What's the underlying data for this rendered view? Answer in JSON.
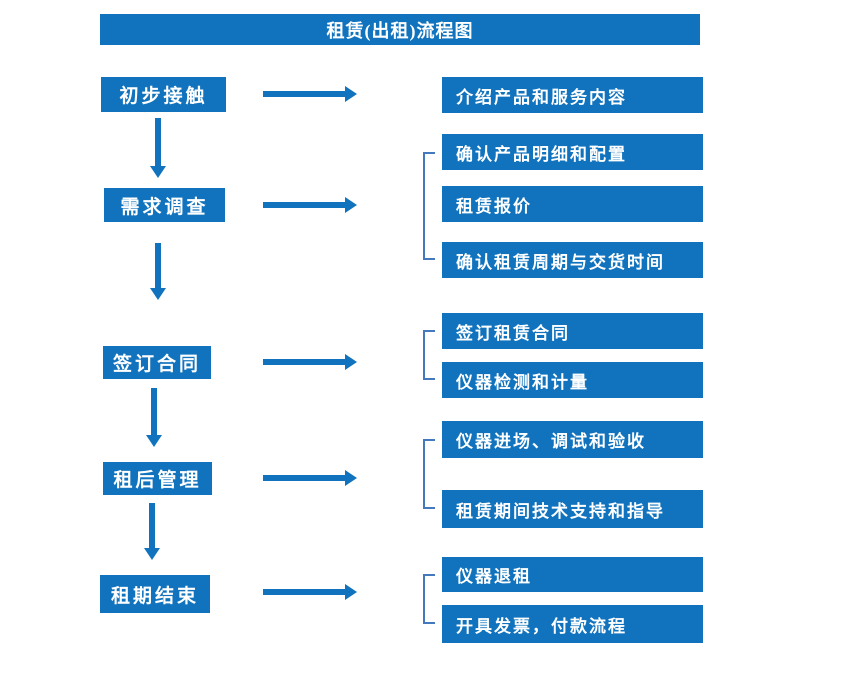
{
  "title": "租赁(出租)流程图",
  "colors": {
    "primary_blue": "#1173BD",
    "bracket_blue": "#4579BD",
    "text_on_blue": "#ffffff",
    "background": "#ffffff"
  },
  "steps": [
    {
      "label": "初步接触",
      "items": [
        "介绍产品和服务内容"
      ]
    },
    {
      "label": "需求调查",
      "items": [
        "确认产品明细和配置",
        "租赁报价",
        "确认租赁周期与交货时间"
      ]
    },
    {
      "label": "签订合同",
      "items": [
        "签订租赁合同",
        "仪器检测和计量"
      ]
    },
    {
      "label": "租后管理",
      "items": [
        "仪器进场、调试和验收",
        "租赁期间技术支持和指导"
      ]
    },
    {
      "label": "租期结束",
      "items": [
        "仪器退租",
        "开具发票，付款流程"
      ]
    }
  ]
}
